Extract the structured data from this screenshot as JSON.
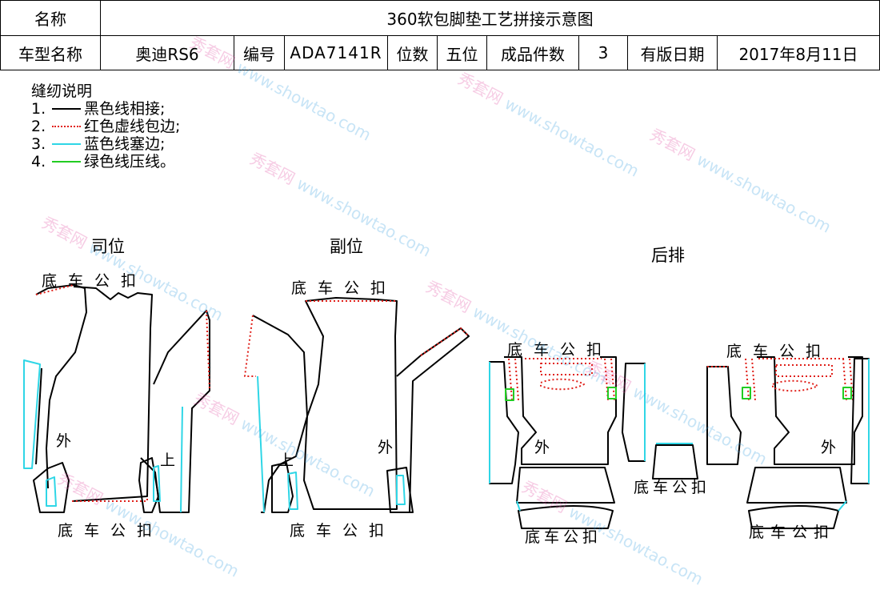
{
  "header": {
    "name_label": "名称",
    "name_value": "360软包脚垫工艺拼接示意图",
    "model_label": "车型名称",
    "model_value": "奥迪RS6",
    "code_label": "编号",
    "code_value": "ADA7141R",
    "seats_label": "位数",
    "seats_value": "五位",
    "pieces_label": "成品件数",
    "pieces_value": "3",
    "date_label": "有版日期",
    "date_value": "2017年8月11日"
  },
  "legend": {
    "title": "缝纫说明",
    "items": [
      {
        "num": "1.",
        "text": "黑色线相接;",
        "color": "#000000",
        "style": "solid"
      },
      {
        "num": "2.",
        "text": "红色虚线包边;",
        "color": "#e0201a",
        "style": "dotted"
      },
      {
        "num": "3.",
        "text": "蓝色线塞边;",
        "color": "#2fd6e6",
        "style": "solid"
      },
      {
        "num": "4.",
        "text": "绿色线压线。",
        "color": "#22cc22",
        "style": "solid"
      }
    ]
  },
  "sections": {
    "driver": "司位",
    "passenger": "副位",
    "rear": "后排"
  },
  "labels": {
    "clip": "底车公扣",
    "outer": "外",
    "up": "上"
  },
  "colors": {
    "black": "#000000",
    "red": "#e0201a",
    "blue": "#2fd6e6",
    "green": "#22cc22"
  },
  "watermark": {
    "cn": "秀套网",
    "url": "www.showtao.com"
  }
}
